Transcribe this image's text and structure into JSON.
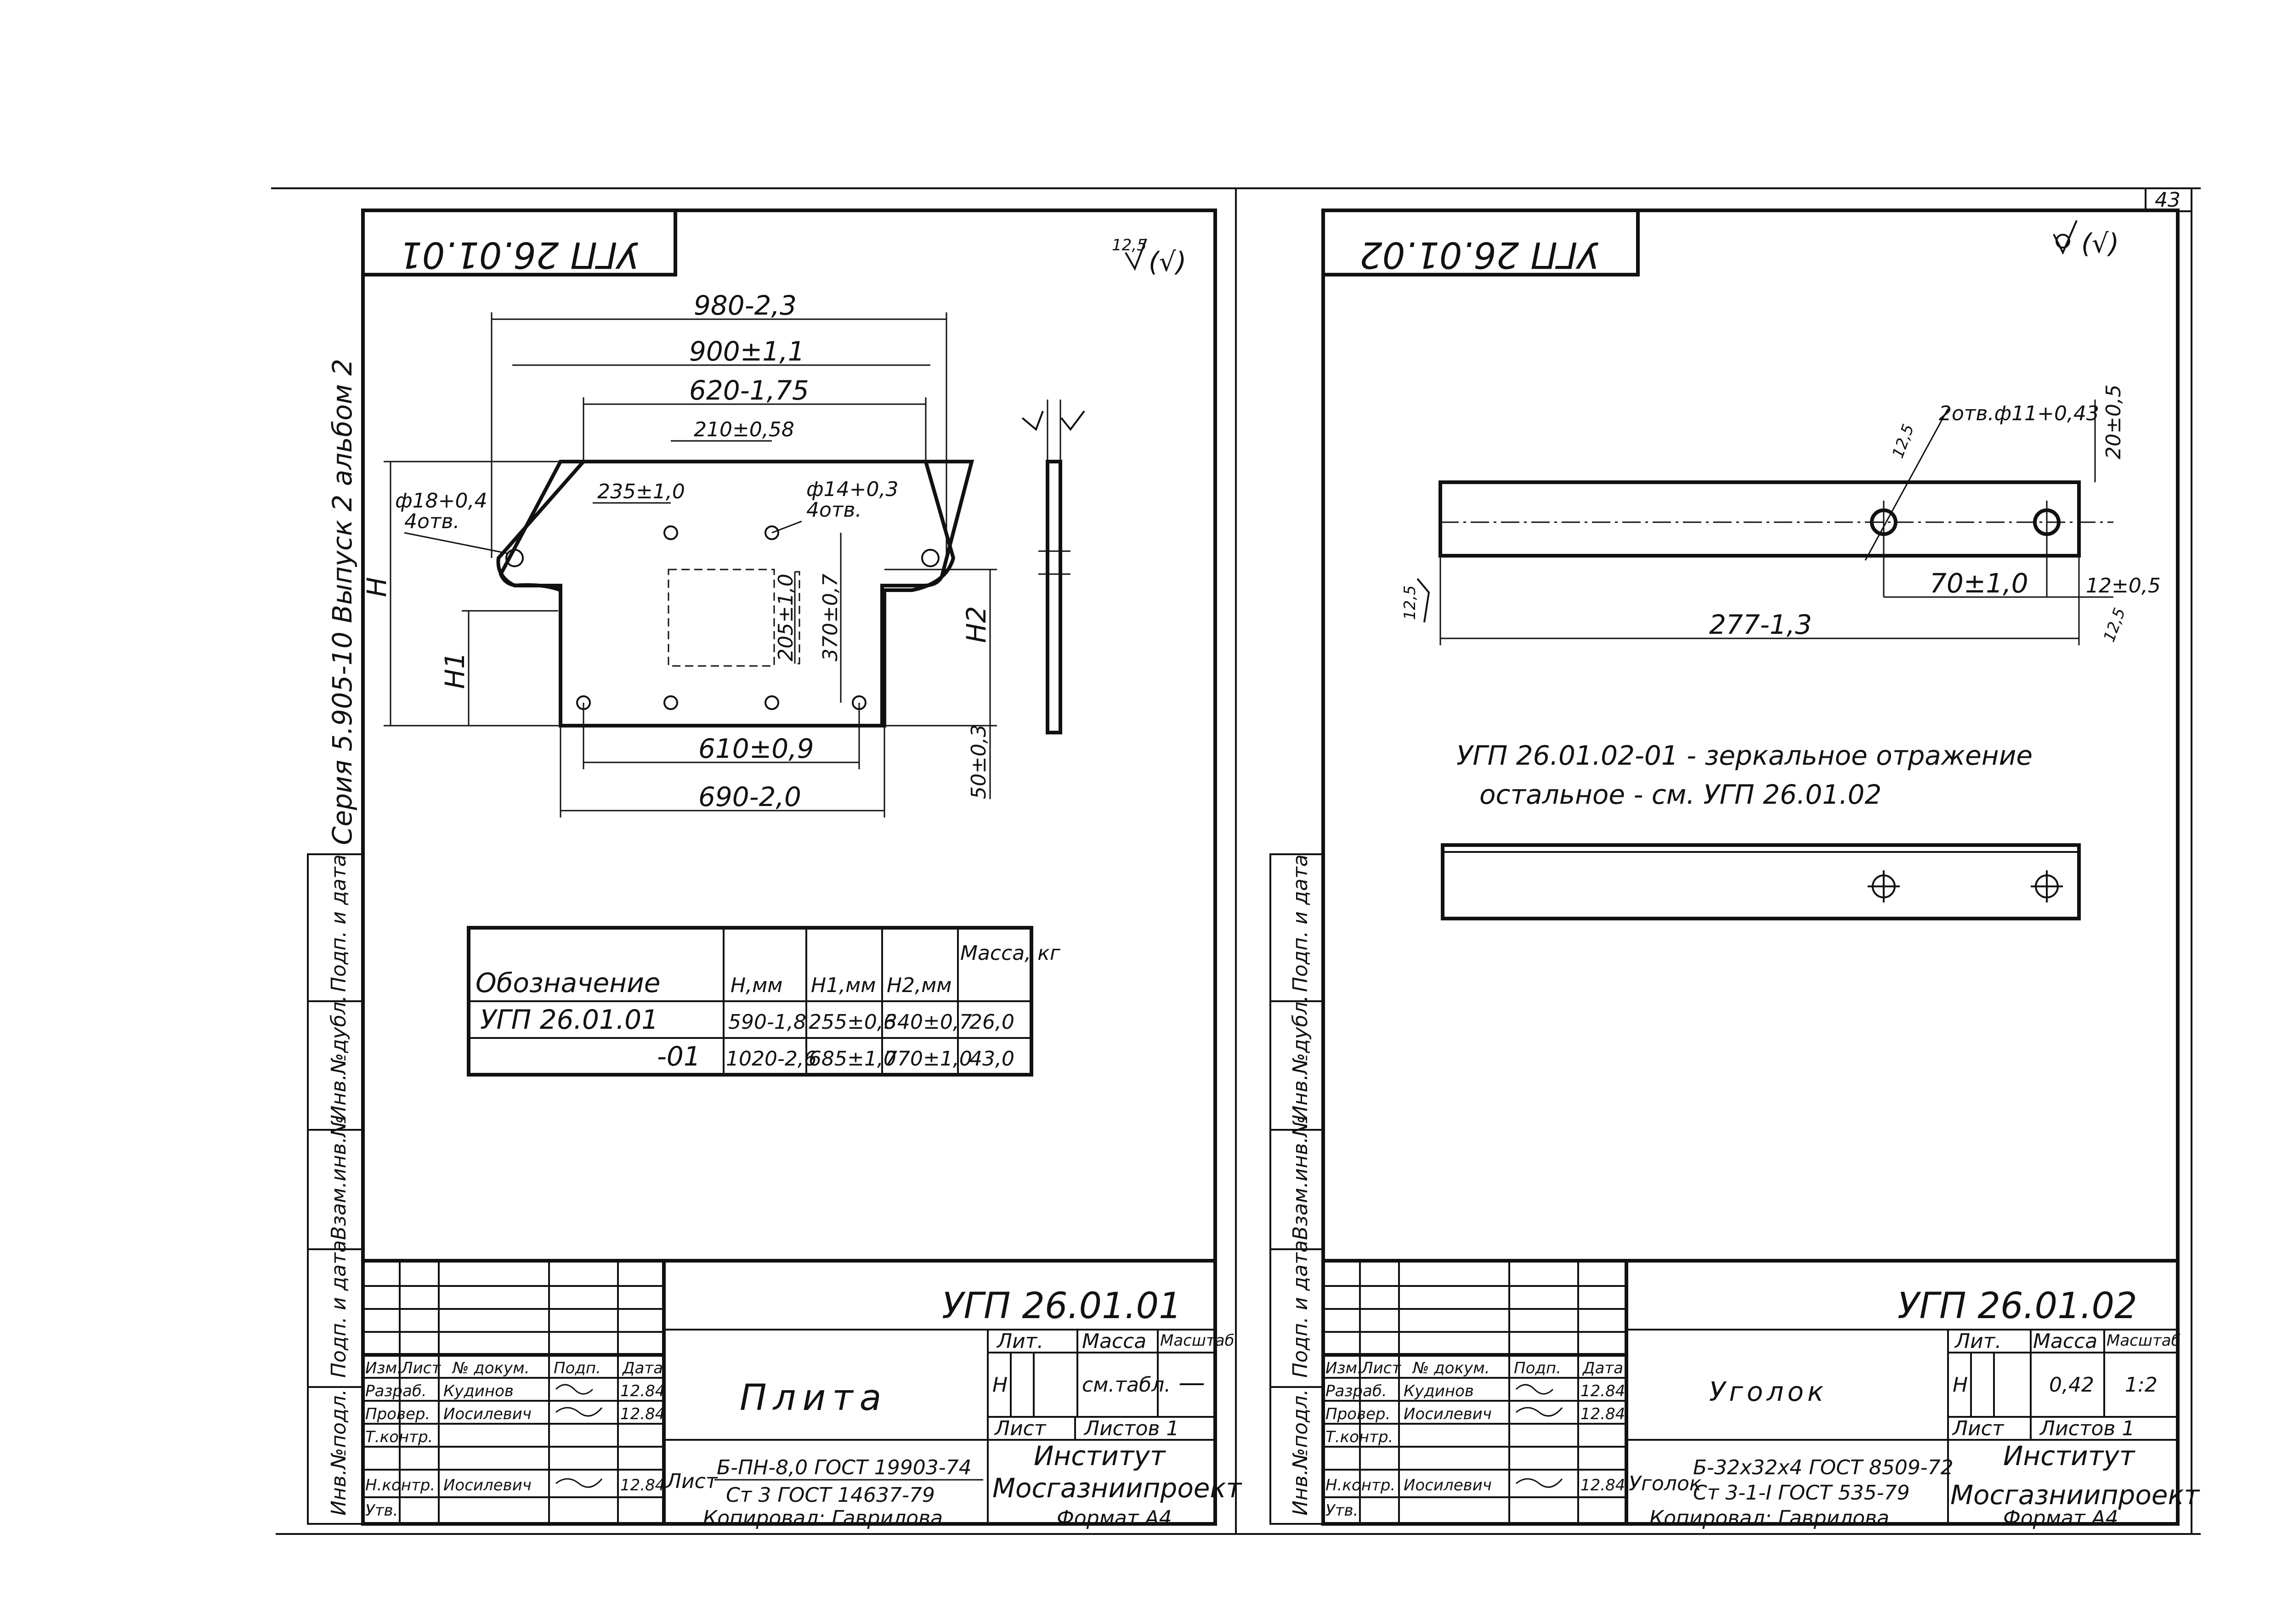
{
  "page_number": "43",
  "left_sheet": {
    "code_stamp": "УГП 26.01.01",
    "rough_mark": "12,5",
    "rough_paren": "(√)",
    "series_text": "Серия 5.905-10   Выпуск 2   альбом 2",
    "side_labels": [
      "Инв.№подл.",
      "Подп. и дата",
      "Взам.инв.№",
      "Инв.№дубл.",
      "Подп. и дата"
    ],
    "dims": {
      "d980": "980-2,3",
      "d900": "900±1,1",
      "d620": "620-1,75",
      "d210": "210±0,58",
      "d235": "235±1,0",
      "hole18a": "ф18+0,4",
      "hole18b": "4отв.",
      "hole14a": "ф14+0,3",
      "hole14b": "4отв.",
      "d205": "205±1,0",
      "d370": "370±0,7",
      "H": "H",
      "H1": "H1",
      "H2": "H2",
      "d50": "50±0,3",
      "d610": "610±0,9",
      "d690": "690-2,0"
    },
    "table": {
      "headers": [
        "Обозначение",
        "H,мм",
        "H1,мм",
        "H2,мм",
        "Масса, кг"
      ],
      "rows": [
        [
          "УГП 26.01.01",
          "590-1,8",
          "255±0,6",
          "340±0,7",
          "26,0"
        ],
        [
          "-01",
          "1020-2,6",
          "685±1,0",
          "770±1,0",
          "43,0"
        ]
      ]
    },
    "title_block": {
      "designation": "УГП 26.01.01",
      "name": "Плита",
      "hdr": [
        "Изм.",
        "Лист",
        "№ докум.",
        "Подп.",
        "Дата"
      ],
      "row1": [
        "Разраб.",
        "Кудинов",
        "12.84"
      ],
      "row2": [
        "Провер.",
        "Иосилевич",
        "12.84"
      ],
      "row3": [
        "Т.контр.",
        "",
        ""
      ],
      "row4": [
        "Н.контр.",
        "Иосилевич",
        "12.84"
      ],
      "row5": [
        "Утв.",
        "",
        ""
      ],
      "lit_hdr": [
        "Лит.",
        "Масса",
        "Масштаб"
      ],
      "lit_val": [
        "Н",
        "см.табл.",
        "—"
      ],
      "sheet": "Лист",
      "sheets": "Листов 1",
      "material_prefix": "Лист",
      "material1": "Б-ПН-8,0 ГОСТ 19903-74",
      "material2": "Ст 3 ГОСТ 14637-79",
      "institute1": "Институт",
      "institute2": "Мосгазниипроект",
      "copied": "Копировал: Гаврилова",
      "format": "Формат А4"
    }
  },
  "right_sheet": {
    "code_stamp": "УГП 26.01.02",
    "rough_paren": "(√)",
    "side_labels": [
      "Инв.№подл.",
      "Подп. и дата",
      "Взам.инв.№",
      "Инв.№дубл.",
      "Подп. и дата"
    ],
    "dims": {
      "holes": "2отв.ф11+0,43",
      "r125a": "12,5",
      "d20": "20±0,5",
      "r125b": "12,5",
      "d70": "70±1,0",
      "d12": "12±0,5",
      "r125c": "12,5",
      "d277": "277-1,3"
    },
    "note1": "УГП 26.01.02-01 - зеркальное отражение",
    "note2": "остальное - см. УГП 26.01.02",
    "title_block": {
      "designation": "УГП 26.01.02",
      "name": "Уголок",
      "hdr": [
        "Изм.",
        "Лист",
        "№ докум.",
        "Подп.",
        "Дата"
      ],
      "row1": [
        "Разраб.",
        "Кудинов",
        "12.84"
      ],
      "row2": [
        "Провер.",
        "Иосилевич",
        "12.84"
      ],
      "row3": [
        "Т.контр.",
        "",
        ""
      ],
      "row4": [
        "Н.контр.",
        "Иосилевич",
        "12.84"
      ],
      "row5": [
        "Утв.",
        "",
        ""
      ],
      "lit_hdr": [
        "Лит.",
        "Масса",
        "Масштаб"
      ],
      "lit_val": [
        "Н",
        "0,42",
        "1:2"
      ],
      "sheet": "Лист",
      "sheets": "Листов 1",
      "material_prefix": "Уголок",
      "material1": "Б-32х32х4 ГОСТ 8509-72",
      "material2": "Ст 3-1-I ГОСТ 535-79",
      "institute1": "Институт",
      "institute2": "Мосгазниипроект",
      "copied": "Копировал: Гаврилова",
      "format": "Формат А4"
    }
  }
}
